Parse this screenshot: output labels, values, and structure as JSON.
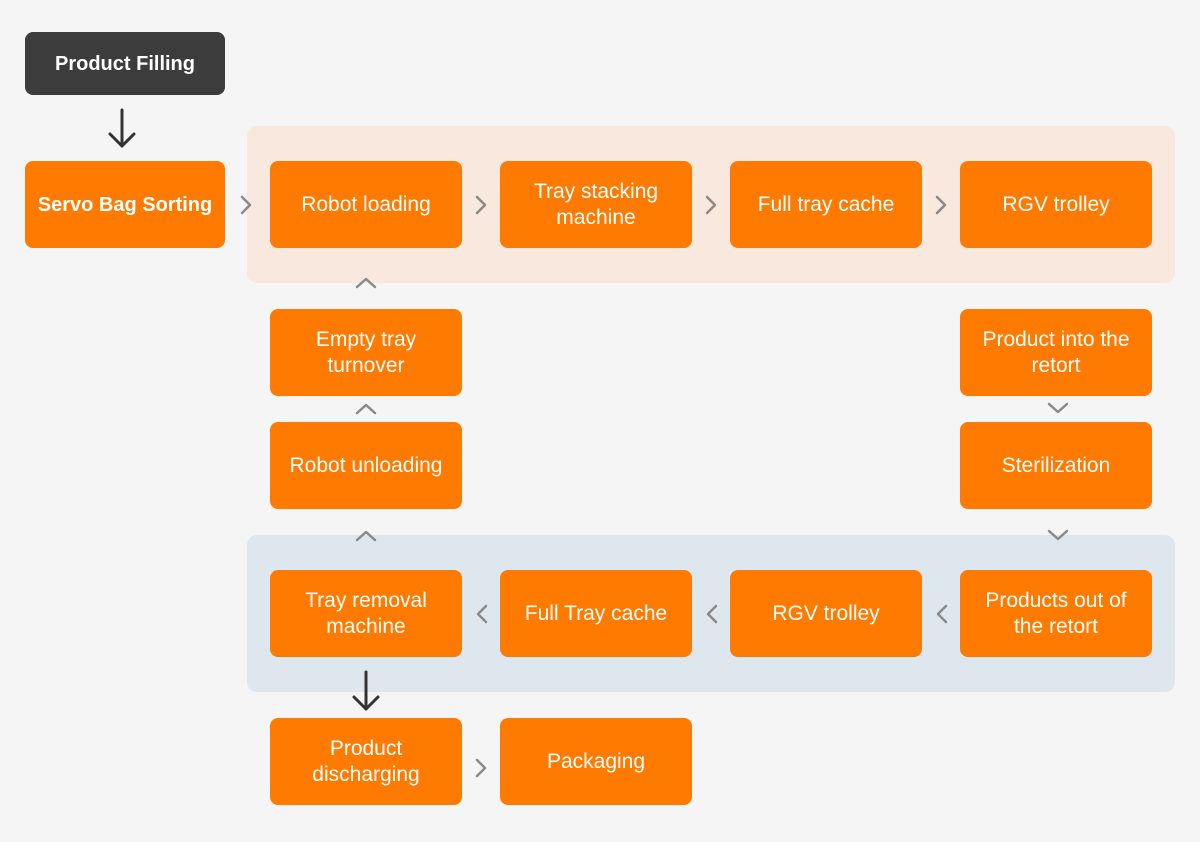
{
  "colors": {
    "background": "#f5f5f5",
    "box": "#ff7a00",
    "box_dark": "#3c3c3c",
    "box_text": "#ffffff",
    "band_top": "#f8e8dd",
    "band_bottom": "#dfe7ee",
    "chevron": "#8a8a8a",
    "arrow": "#333333"
  },
  "nodes": {
    "product_filling": "Product Filling",
    "servo_bag_sorting": "Servo Bag Sorting",
    "robot_loading": "Robot loading",
    "tray_stacking_machine": "Tray stacking machine",
    "full_tray_cache_top": "Full tray cache",
    "rgv_trolley_top": "RGV trolley",
    "empty_tray_turnover": "Empty tray turnover",
    "product_into_retort": "Product into the retort",
    "robot_unloading": "Robot unloading",
    "sterilization": "Sterilization",
    "tray_removal_machine": "Tray removal machine",
    "full_tray_cache_bottom": "Full Tray cache",
    "rgv_trolley_bottom": "RGV trolley",
    "products_out_retort": "Products out of the retort",
    "product_discharging": "Product discharging",
    "packaging": "Packaging"
  },
  "icons": {
    "chevron": "chevron-icon",
    "arrow": "arrow-down-icon"
  }
}
